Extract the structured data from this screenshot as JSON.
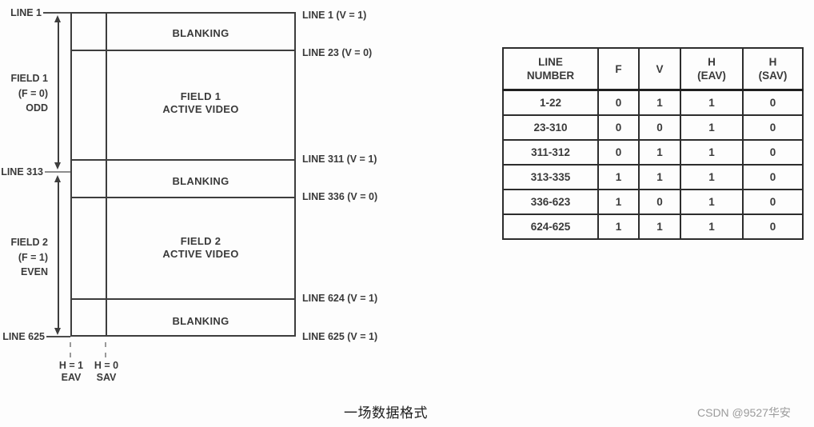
{
  "diagram": {
    "left": {
      "line1": "LINE 1",
      "field1_l1": "FIELD 1",
      "field1_l2": "(F = 0)",
      "field1_l3": "ODD",
      "line313": "LINE 313",
      "field2_l1": "FIELD 2",
      "field2_l2": "(F = 1)",
      "field2_l3": "EVEN",
      "line625": "LINE 625"
    },
    "bands": {
      "blanking_top": "BLANKING",
      "field1_video_l1": "FIELD 1",
      "field1_video_l2": "ACTIVE VIDEO",
      "blanking_mid": "BLANKING",
      "field2_video_l1": "FIELD 2",
      "field2_video_l2": "ACTIVE VIDEO",
      "blanking_bottom": "BLANKING"
    },
    "right_labels": [
      "LINE 1 (V = 1)",
      "LINE 23 (V = 0)",
      "LINE 311 (V = 1)",
      "LINE 336 (V = 0)",
      "LINE 624 (V = 1)",
      "LINE 625 (V = 1)"
    ],
    "bottom": {
      "h1": "H = 1",
      "eav": "EAV",
      "h0": "H = 0",
      "sav": "SAV"
    }
  },
  "table": {
    "headers": {
      "col1_l1": "LINE",
      "col1_l2": "NUMBER",
      "col2": "F",
      "col3": "V",
      "col4_l1": "H",
      "col4_l2": "(EAV)",
      "col5_l1": "H",
      "col5_l2": "(SAV)"
    },
    "rows": [
      [
        "1-22",
        "0",
        "1",
        "1",
        "0"
      ],
      [
        "23-310",
        "0",
        "0",
        "1",
        "0"
      ],
      [
        "311-312",
        "0",
        "1",
        "1",
        "0"
      ],
      [
        "313-335",
        "1",
        "1",
        "1",
        "0"
      ],
      [
        "336-623",
        "1",
        "0",
        "1",
        "0"
      ],
      [
        "624-625",
        "1",
        "1",
        "1",
        "0"
      ]
    ]
  },
  "caption": "一场数据格式",
  "watermark": "CSDN @9527华安",
  "colors": {
    "line": "#3d3d3d",
    "table_border": "#2d2d2d",
    "text": "#3a3a3a",
    "watermark": "#9b9b9b",
    "background": "#fdfdfd"
  }
}
